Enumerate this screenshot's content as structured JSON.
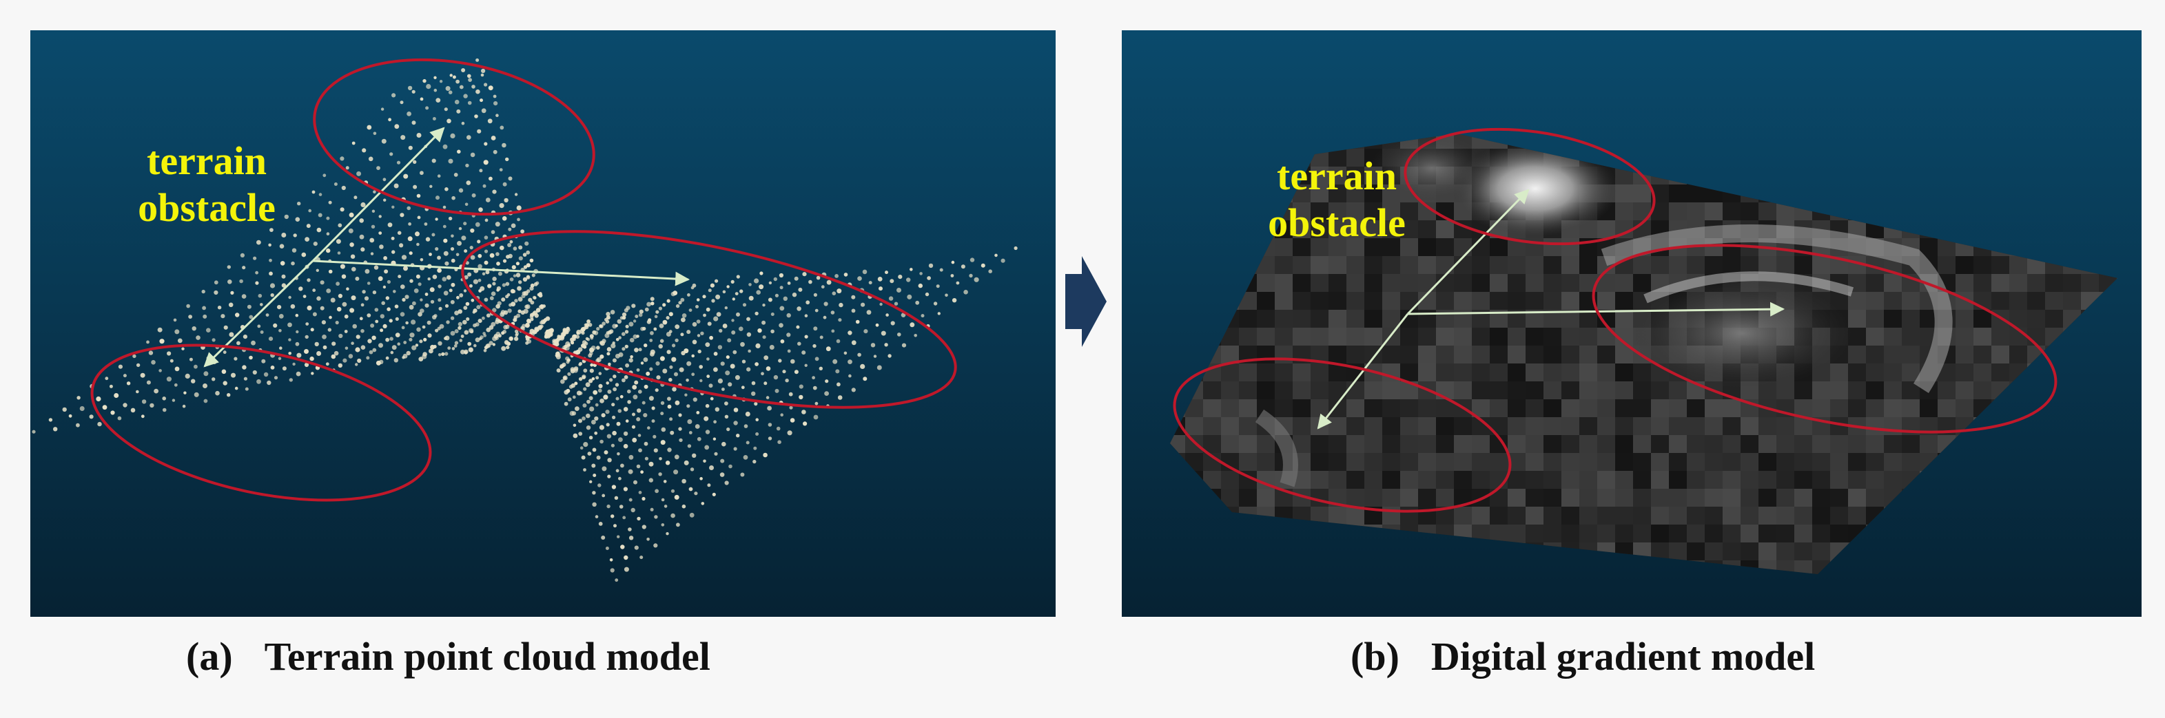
{
  "panel_a": {
    "label_line1": "terrain",
    "label_line2": "obstacle",
    "caption_letter": "(a)",
    "caption_text": "Terrain point cloud model"
  },
  "panel_b": {
    "label_line1": "terrain",
    "label_line2": "obstacle",
    "caption_letter": "(b)",
    "caption_text": "Digital gradient model"
  },
  "colors": {
    "background": "#f7f7f7",
    "panel_top": "#0a4a6c",
    "panel_bottom": "#062233",
    "label": "#f4f40a",
    "ellipse": "#c0182a",
    "axis_arrow": "#d8ecc8",
    "points": "#e8e2c8",
    "transition_arrow": "#1d3a5f"
  },
  "icons": {
    "transition": "right-chevron-arrow-icon"
  }
}
